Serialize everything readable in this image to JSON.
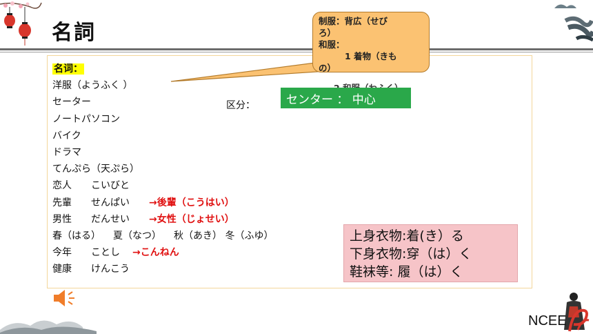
{
  "title": "名詞",
  "content": {
    "heading": "名词：",
    "lines": [
      "洋服（ようふく ）",
      "セーター",
      "ノートパソコン",
      "バイク",
      "ドラマ",
      "てんぷら（天ぷら）"
    ],
    "pairs": [
      {
        "word": "恋人",
        "reading": "こいびと",
        "extra": ""
      },
      {
        "word": "先輩",
        "reading": "せんぱい",
        "extra": "→後輩（こうはい）"
      },
      {
        "word": "男性",
        "reading": "だんせい",
        "extra": "→女性（じょせい）"
      }
    ],
    "seasons": {
      "a": "春（はる）",
      "b": "夏（なつ）",
      "c": "秋（あき）",
      "d": "冬（ふゆ）"
    },
    "kotoshi": {
      "word": "今年",
      "reading": "ことし",
      "extra": "→こんねん"
    },
    "kenkou": {
      "word": "健康",
      "reading": "けんこう"
    },
    "kubun": "区分："
  },
  "bubble": {
    "line1": "制服：背広（せび",
    "line2": "ろ）",
    "line3": "和服：",
    "line4": "1 着物（きも",
    "line5": "の）"
  },
  "behind_text": "2 和服（わふく）",
  "green_box": "センター ： 中心",
  "pink_box": [
    "上身衣物:着(き）る",
    "下身衣物:穿（は）く",
    "鞋袜等:  履（は）く"
  ],
  "logo": "NCEE",
  "icons": {
    "speaker": "speaker-icon",
    "lanterns": "lantern-icon",
    "clouds": "cloud-icon",
    "crane": "crane-icon",
    "figure": "figure-icon"
  },
  "colors": {
    "highlight": "#ffff00",
    "red_text": "#e01010",
    "bubble": "#fbc272",
    "green_box": "#2aa84a",
    "pink_box": "#f6c4c8",
    "frame": "#f3d69a"
  }
}
